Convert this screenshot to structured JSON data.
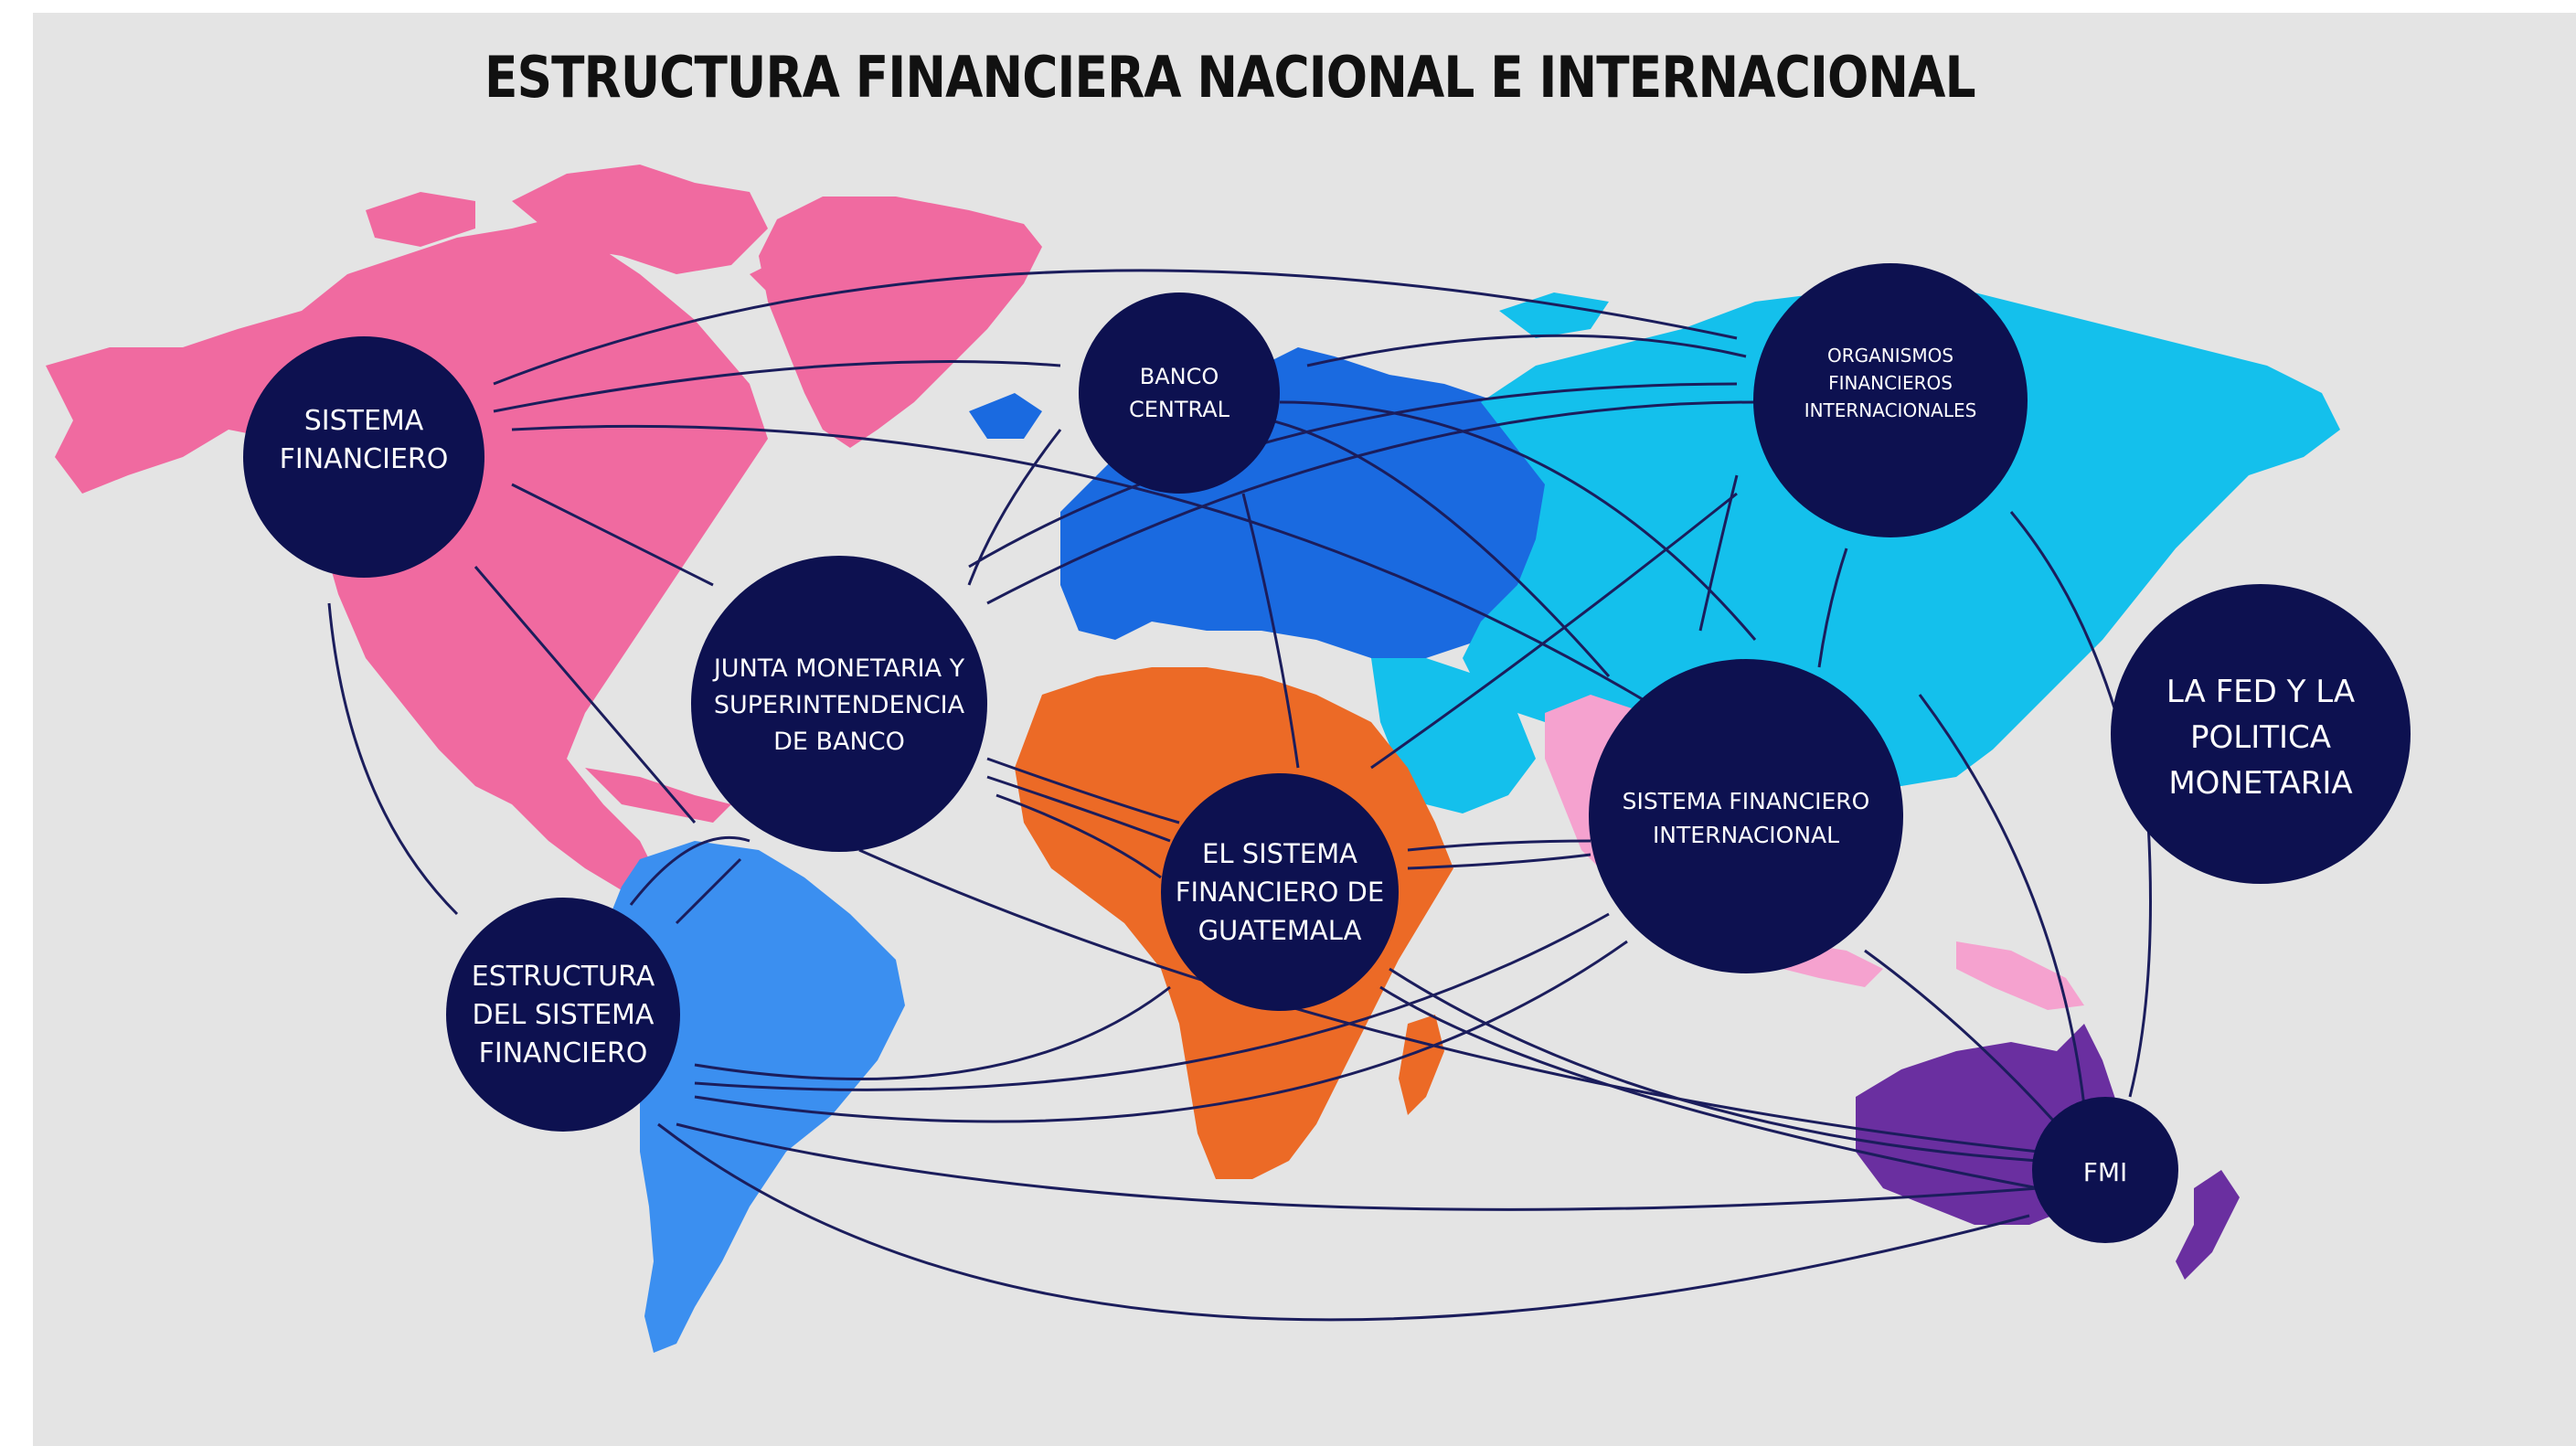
{
  "title": "ESTRUCTURA FINANCIERA NACIONAL E INTERNACIONAL",
  "colors": {
    "background": "#e4e4e4",
    "node": "#0d1150",
    "link": "#1b1d5c",
    "north_america": "#f06aa0",
    "south_america": "#3b8ff0",
    "europe": "#1a6ae0",
    "asia": "#14c0ec",
    "africa": "#ec6a26",
    "south_asia": "#f5a2cf",
    "oceania": "#6a2fa0"
  },
  "nodes": {
    "sistema_financiero": [
      "SISTEMA",
      "FINANCIERO"
    ],
    "banco_central": [
      "BANCO",
      "CENTRAL"
    ],
    "organismos": [
      "ORGANISMOS",
      "FINANCIEROS",
      "INTERNACIONALES"
    ],
    "junta": [
      "JUNTA MONETARIA Y",
      "SUPERINTENDENCIA",
      "DE BANCO"
    ],
    "guatemala": [
      "EL SISTEMA",
      "FINANCIERO DE",
      "GUATEMALA"
    ],
    "internacional": [
      "SISTEMA FINANCIERO",
      "INTERNACIONAL"
    ],
    "fed": [
      "LA FED Y LA",
      "POLITICA",
      "MONETARIA"
    ],
    "estructura": [
      "ESTRUCTURA",
      "DEL SISTEMA",
      "FINANCIERO"
    ],
    "fmi": [
      "FMI"
    ]
  }
}
